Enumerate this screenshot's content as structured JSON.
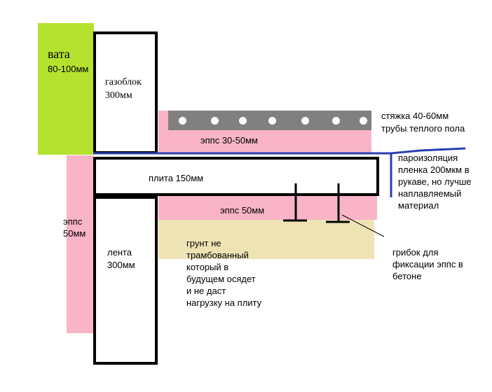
{
  "colors": {
    "wool": "#b4e22e",
    "epps": "#f9b4c8",
    "screed": "#808080",
    "soil": "#eee3b5",
    "vapor_barrier": "#2b3fb0",
    "outline": "#000000"
  },
  "labels": {
    "wool_title": "вата",
    "wool_size": "80-100мм",
    "gasblock_name": "газоблок",
    "gasblock_size": "300мм",
    "screed_line1": "стяжка 40-60мм",
    "screed_line2": "трубы теплого пола",
    "epps_top": "эппс 30-50мм",
    "vapor_lines": [
      "пароизоляция",
      "пленка 200мкм в",
      "рукаве, но лучше",
      "наплавляемый",
      "материал"
    ],
    "slab": "плита 150мм",
    "epps_side_lines": [
      "эппс",
      "50мм"
    ],
    "epps_under": "эппс 50мм",
    "soil_lines": [
      "грунт не",
      "трамбованный",
      "который в",
      "будущем осядет",
      "и не даст",
      "нагрузку на плиту"
    ],
    "strip_name": "лента",
    "strip_size": "300мм",
    "anchor_lines": [
      "грибок для",
      "фиксации эппс в",
      "бетоне"
    ]
  },
  "icons": {
    "pipe": "pipe-circle-icon",
    "anchor": "anchor-dowel-icon"
  }
}
